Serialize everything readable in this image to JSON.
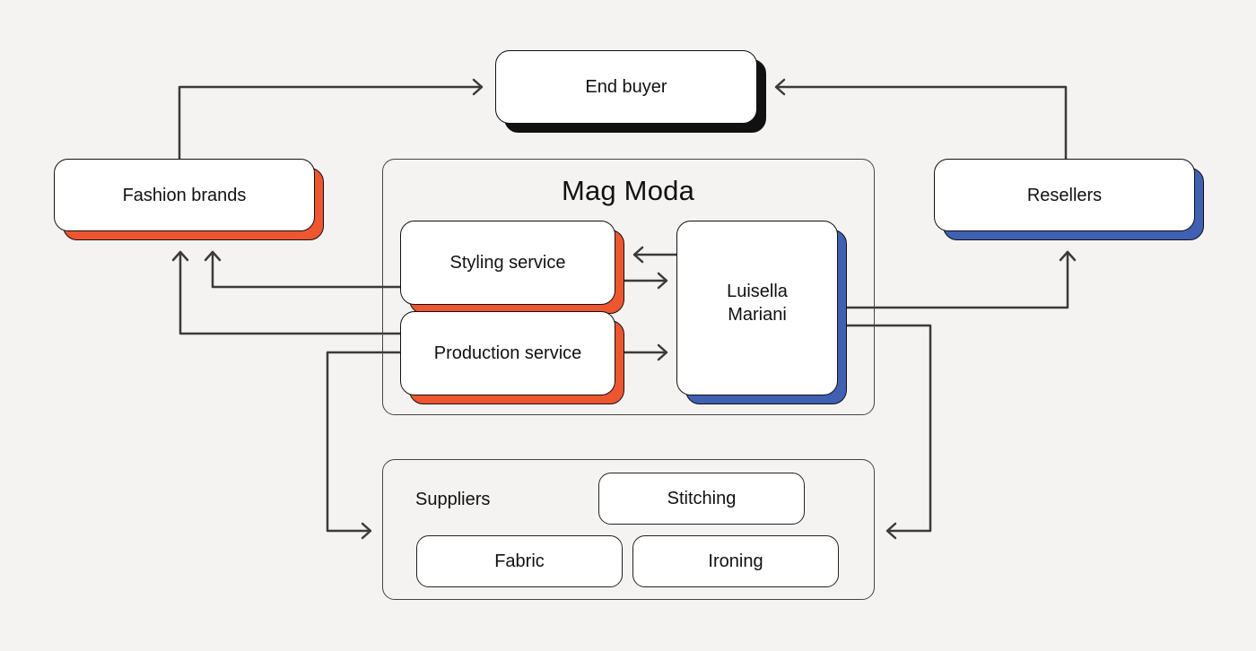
{
  "diagram": {
    "end_buyer": "End buyer",
    "fashion_brands": "Fashion brands",
    "resellers": "Resellers",
    "mag_moda": {
      "title": "Mag Moda",
      "styling_service": "Styling service",
      "production_service": "Production service",
      "person_line1": "Luisella",
      "person_line2": "Mariani"
    },
    "suppliers": {
      "label": "Suppliers",
      "stitching": "Stitching",
      "fabric": "Fabric",
      "ironing": "Ironing"
    }
  },
  "colors": {
    "background": "#f4f3f1",
    "accent_orange": "#ee5630",
    "accent_blue": "#4060b4",
    "accent_black": "#111111",
    "line": "#3a3a3a"
  }
}
